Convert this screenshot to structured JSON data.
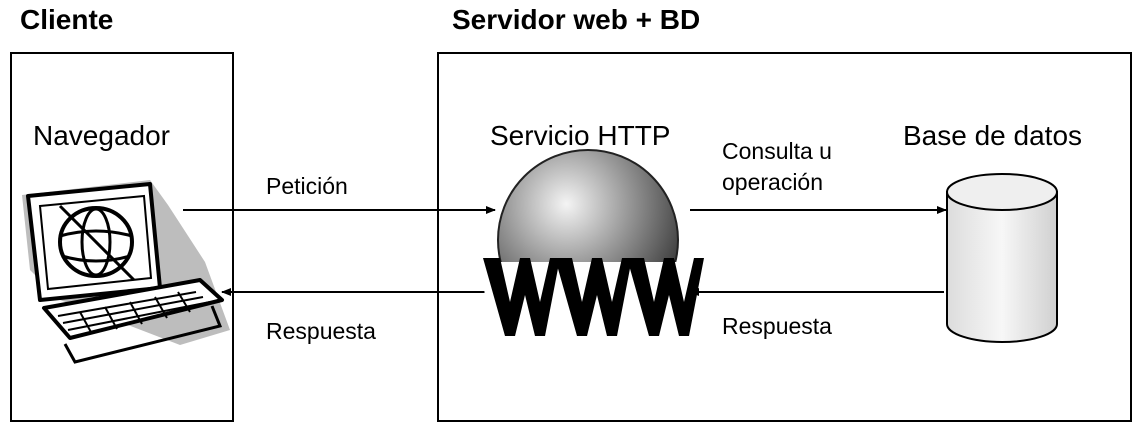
{
  "client": {
    "title": "Cliente",
    "browser_label": "Navegador"
  },
  "server": {
    "title": "Servidor web + BD",
    "http_label": "Servicio HTTP",
    "db_label": "Base de datos",
    "www_text": "WWW"
  },
  "arrows": {
    "request": "Petición",
    "response_client": "Respuesta",
    "query_line1": "Consulta u",
    "query_line2": "operación",
    "response_server": "Respuesta"
  }
}
